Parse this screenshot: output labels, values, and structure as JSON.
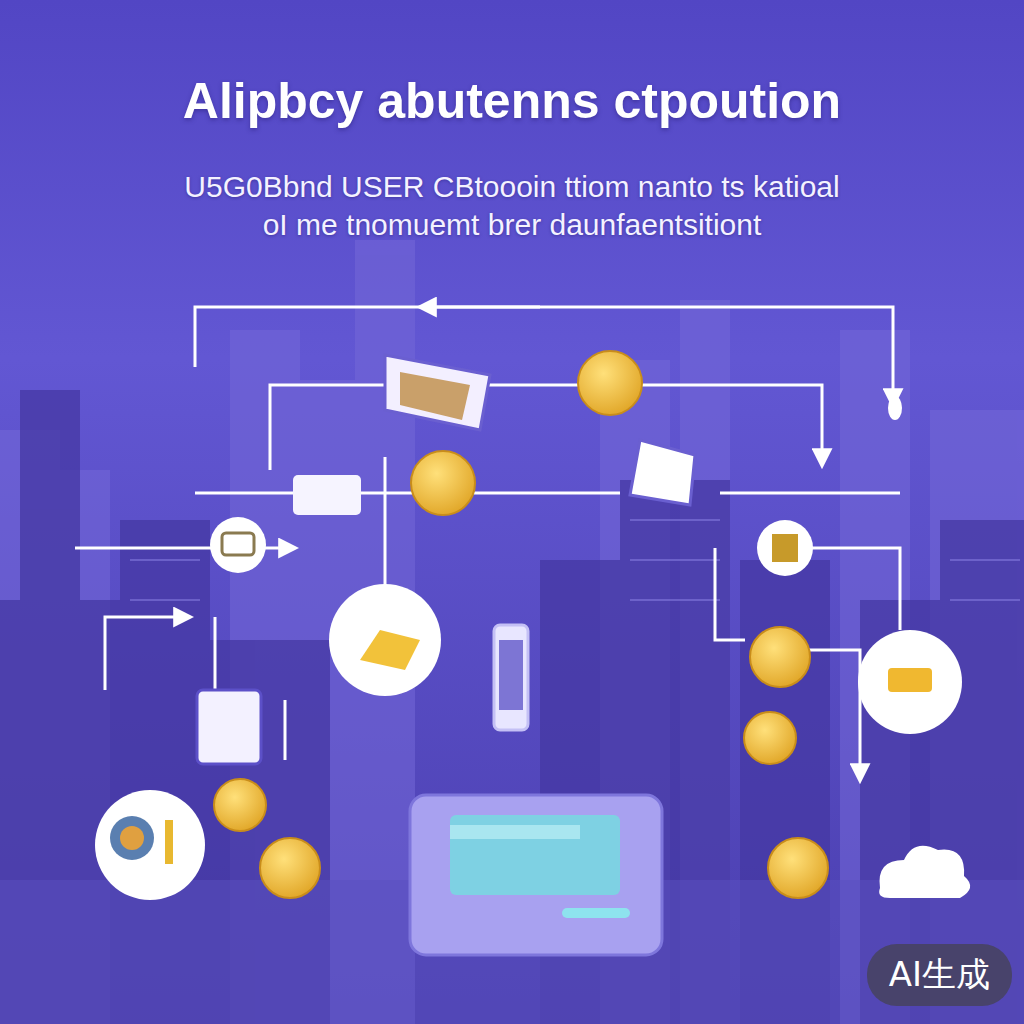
{
  "diagram": {
    "title": "Alipbcy abutenns ctpoution",
    "labels": [
      "U5G0Bbnd USER CBtoooin ttiom nanto ts katioal",
      "oI me tnomuemt brer daunfaentsitiont",
      "AI生成"
    ]
  }
}
